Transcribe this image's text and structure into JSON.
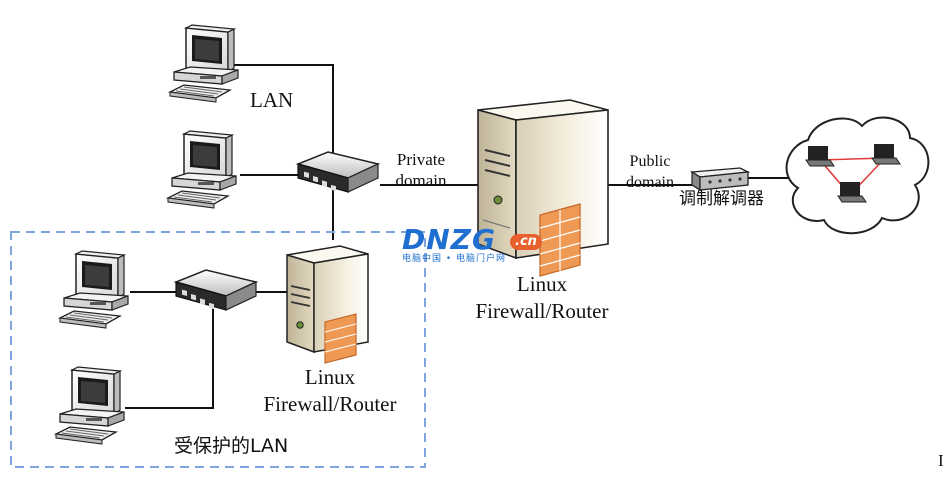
{
  "labels": {
    "lan": "LAN",
    "private_domain": [
      "Private",
      "domain"
    ],
    "public_domain": [
      "Public",
      "domain"
    ],
    "modem": "调制解调器",
    "main_router": [
      "Linux",
      "Firewall/Router"
    ],
    "inner_router": [
      "Linux",
      "Firewall/Router"
    ],
    "protected_lan": "受保护的LAN",
    "edge_mark": "I"
  },
  "watermark": {
    "main": "DNZG",
    "suffix": ".cn",
    "sub": "电脑中国 • 电脑门户网"
  },
  "colors": {
    "line": "#111111",
    "dashed_box": "#7fa6dc",
    "link_red": "#e23c3c",
    "logo_blue": "#1e6fd0",
    "logo_orange": "#e8612c",
    "server_body": "#f1ead7",
    "firewall_brick": "#ee9a55"
  },
  "icons": [
    "desktop-computer-icon",
    "network-switch-icon",
    "server-tower-icon",
    "firewall-icon",
    "modem-icon",
    "internet-cloud-icon",
    "laptop-icon"
  ]
}
